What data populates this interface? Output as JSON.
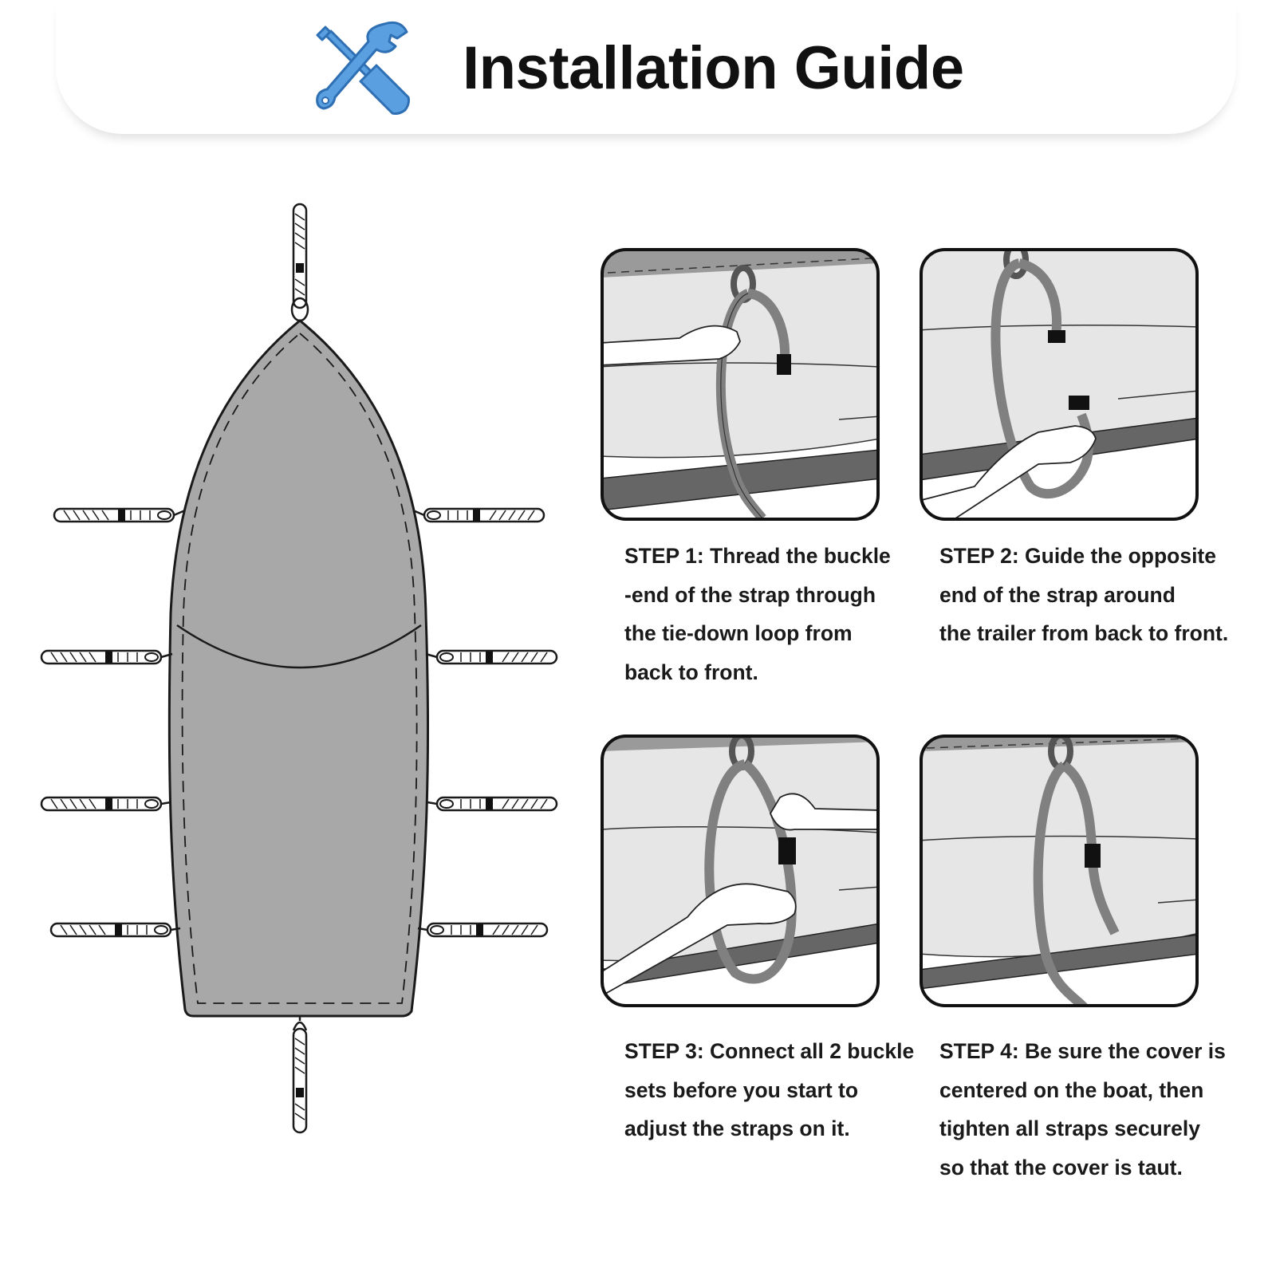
{
  "header": {
    "title": "Installation Guide",
    "icon": "wrench-screwdriver-icon",
    "icon_color": "#4a90d9"
  },
  "diagram": {
    "cover_color": "#a8a8a8",
    "outline_color": "#1a1a1a",
    "strap_count": 10
  },
  "steps": [
    {
      "lines": [
        "STEP 1: Thread the buckle",
        "-end of the strap through",
        "the tie-down loop from",
        "back to front."
      ]
    },
    {
      "lines": [
        "STEP 2: Guide the opposite",
        "end of the strap around",
        "the trailer from back to front."
      ]
    },
    {
      "lines": [
        "STEP 3: Connect all 2 buckle",
        "sets before you start to",
        "adjust the straps on it."
      ]
    },
    {
      "lines": [
        "STEP 4: Be sure the cover is",
        "centered on the boat, then",
        "tighten all straps securely",
        "so that the cover is taut."
      ]
    }
  ]
}
